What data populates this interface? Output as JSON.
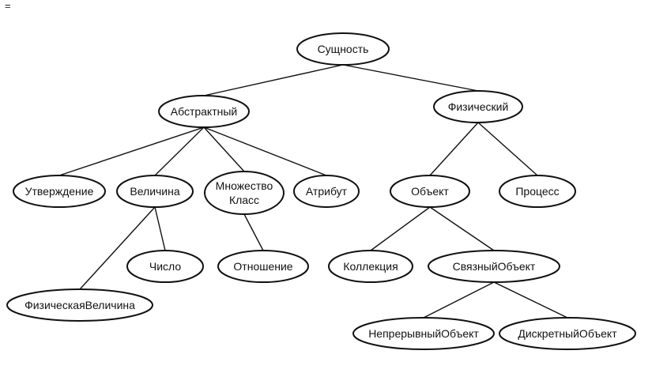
{
  "corner_mark": "=",
  "nodes": {
    "sushchnost": "Сущность",
    "abstraktny": "Абстрактный",
    "fizicheskiy": "Физический",
    "utverzhdenie": "Утверждение",
    "velichina": "Величина",
    "mnozhestvo_klass": [
      "Множество",
      "Класс"
    ],
    "atribut": "Атрибут",
    "obekt": "Объект",
    "protsess": "Процесс",
    "chislo": "Число",
    "otnoshenie": "Отношение",
    "kollektsiya": "Коллекция",
    "svyazny_obekt": "СвязныйОбъект",
    "fizicheskaya_velichina": "ФизическаяВеличина",
    "nepreryvny_obekt": "НепрерывныйОбъект",
    "diskretny_obekt": "ДискретныйОбъект"
  },
  "edges": [
    [
      "sushchnost",
      "abstraktny"
    ],
    [
      "sushchnost",
      "fizicheskiy"
    ],
    [
      "abstraktny",
      "utverzhdenie"
    ],
    [
      "abstraktny",
      "velichina"
    ],
    [
      "abstraktny",
      "mnozhestvo_klass"
    ],
    [
      "abstraktny",
      "atribut"
    ],
    [
      "fizicheskiy",
      "obekt"
    ],
    [
      "fizicheskiy",
      "protsess"
    ],
    [
      "velichina",
      "chislo"
    ],
    [
      "velichina",
      "fizicheskaya_velichina"
    ],
    [
      "mnozhestvo_klass",
      "otnoshenie"
    ],
    [
      "obekt",
      "kollektsiya"
    ],
    [
      "obekt",
      "svyazny_obekt"
    ],
    [
      "svyazny_obekt",
      "nepreryvny_obekt"
    ],
    [
      "svyazny_obekt",
      "diskretny_obekt"
    ]
  ]
}
